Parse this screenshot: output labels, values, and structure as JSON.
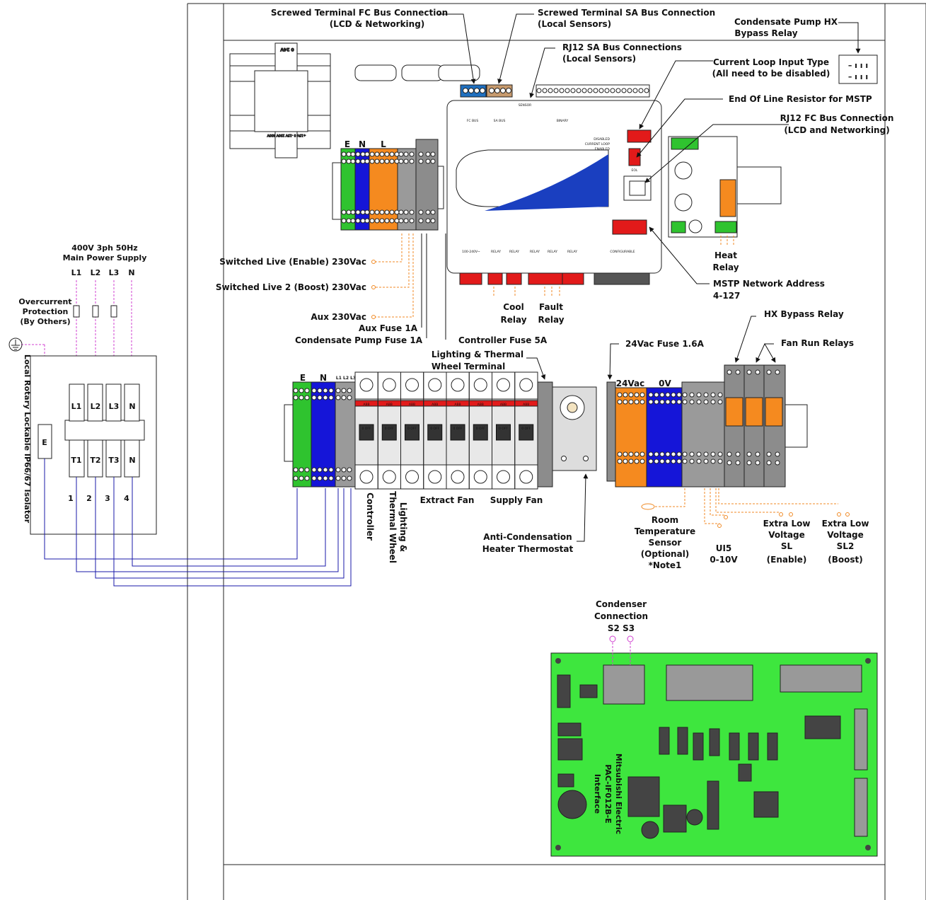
{
  "colors": {
    "earth_green": "#2fc32f",
    "neutral_blue": "#1515d8",
    "live_orange": "#f58a1f",
    "grey": "#8c8c8c",
    "pcb_green": "#3ee63e",
    "red_terminal": "#e21a1a",
    "wire_blue": "#1a1aa8",
    "signal_orange": "#f08a24",
    "signal_magenta": "#d040d0"
  },
  "supply": {
    "title_line1": "400V 3ph 50Hz",
    "title_line2": "Main Power Supply",
    "phases": [
      "L1",
      "L2",
      "L3",
      "N"
    ],
    "overcurrent_line1": "Overcurrent",
    "overcurrent_line2": "Protection",
    "overcurrent_line3": "(By  Others)",
    "isolator_label": "Local Rotary Lockable IP66/67 Isolator",
    "isolator_top": [
      "L1",
      "L2",
      "L3",
      "N"
    ],
    "isolator_bottom": [
      "T1",
      "T2",
      "T3",
      "N"
    ],
    "earth": "E",
    "numbers": [
      "1",
      "2",
      "3",
      "4"
    ]
  },
  "callouts": {
    "fc_bus_screw_1": "Screwed Terminal FC Bus Connection",
    "fc_bus_screw_2": "(LCD & Networking)",
    "sa_bus_screw_1": "Screwed Terminal SA Bus Connection",
    "sa_bus_screw_2": "(Local Sensors)",
    "condensate_hx_1": "Condensate Pump HX",
    "condensate_hx_2": "Bypass Relay",
    "rj12_sa_1": "RJ12 SA Bus Connections",
    "rj12_sa_2": "(Local Sensors)",
    "current_loop_1": "Current Loop Input Type",
    "current_loop_2": "(All need to be disabled)",
    "eol_mstp": "End Of Line Resistor for MSTP",
    "rj12_fc_1": "RJ12 FC Bus Connection",
    "rj12_fc_2": "(LCD and Networking)",
    "heat_relay_1": "Heat",
    "heat_relay_2": "Relay",
    "mstp_addr_1": "MSTP Network Address",
    "mstp_addr_2": "4-127",
    "cool_relay_1": "Cool",
    "cool_relay_2": "Relay",
    "fault_relay_1": "Fault",
    "fault_relay_2": "Relay",
    "switched_live": "Switched Live (Enable) 230Vac",
    "switched_live2": "Switched Live 2 (Boost) 230Vac",
    "aux_230": "Aux 230Vac",
    "aux_fuse": "Aux Fuse 1A",
    "condensate_fuse": "Condensate Pump Fuse 1A",
    "controller_fuse": "Controller Fuse 5A",
    "lighting_terminal_1": "Lighting & Thermal",
    "lighting_terminal_2": "Wheel Terminal",
    "fuse_24": "24Vac Fuse 1.6A",
    "hx_bypass": "HX Bypass Relay",
    "fan_run": "Fan Run Relays",
    "extract_fan": "Extract Fan",
    "supply_fan": "Supply Fan",
    "controller": "Controller",
    "lighting_1": "Lighting &",
    "lighting_2": "Thermal Wheel",
    "anti_cond_1": "Anti-Condensation",
    "anti_cond_2": "Heater Thermostat",
    "room_temp_1": "Room",
    "room_temp_2": "Temperature",
    "room_temp_3": "Sensor",
    "room_temp_4": "(Optional)",
    "room_temp_5": "*Note1",
    "ui5_1": "UI5",
    "ui5_2": "0-10V",
    "elv_sl_1": "Extra Low",
    "elv_sl_2": "Voltage",
    "elv_sl_3": "SL",
    "elv_sl_4": "(Enable)",
    "elv_sl2_1": "Extra Low",
    "elv_sl2_2": "Voltage",
    "elv_sl2_3": "SL2",
    "elv_sl2_4": "(Boost)",
    "condenser_1": "Condenser",
    "condenser_2": "Connection",
    "condenser_3": "S2  S3",
    "pcb_1": "Mitsubishi Electric",
    "pcb_2": "PAC-IF012B-E",
    "pcb_3": "Interface"
  },
  "terminal_rail_1": {
    "e": "E",
    "n": "N",
    "l": "L"
  },
  "terminal_rail_2": {
    "e": "E",
    "n": "N",
    "l": "L1 L2 L3"
  },
  "low_voltage_rail": {
    "v24": "24Vac",
    "v0": "0V"
  },
  "controller": {
    "fc_bus": "FC BUS",
    "sa_bus": "SA BUS",
    "sensor": "SENSOR",
    "binary": "BINARY",
    "current_loop": "CURRENT LOOP",
    "disabled": "DISABLED",
    "enabled": "ENABLED",
    "eol": "EOL",
    "supply": "100-240V~",
    "relay": "RELAY",
    "configurable": "CONFIGURABLE"
  },
  "transformer": {
    "top": "0  24V",
    "bottom": "+15V 0 -15V 230V 400V"
  },
  "mcb": {
    "brand": "ABB",
    "state": "0 OFF"
  }
}
